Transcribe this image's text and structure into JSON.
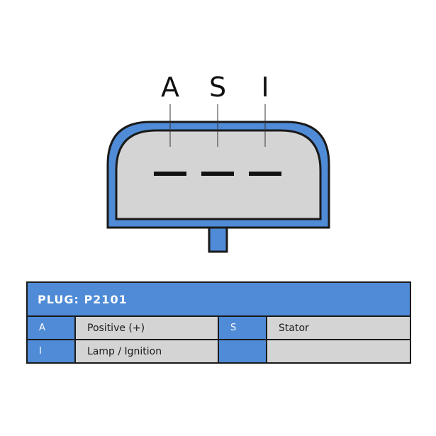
{
  "colors": {
    "accent": "#4f8bd6",
    "housing_fill": "#d4d4d4",
    "outline": "#1a1a1a"
  },
  "connector": {
    "pins": [
      {
        "letter": "A"
      },
      {
        "letter": "S"
      },
      {
        "letter": "I"
      }
    ]
  },
  "plug": {
    "title": "PLUG: P2101",
    "rows": [
      {
        "code1": "A",
        "desc1": "Positive (+)",
        "code2": "S",
        "desc2": "Stator"
      },
      {
        "code1": "I",
        "desc1": "Lamp / Ignition",
        "code2": "",
        "desc2": ""
      }
    ]
  }
}
